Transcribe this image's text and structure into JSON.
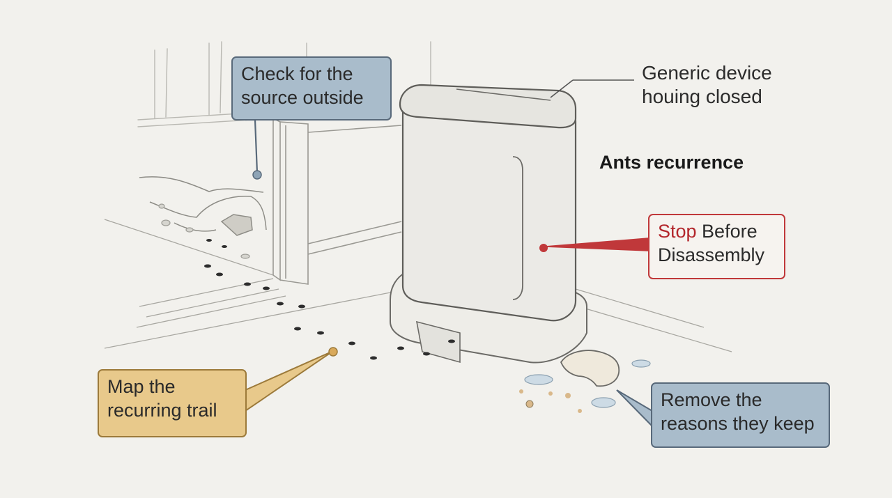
{
  "callouts": {
    "source": {
      "line1": "Check for the",
      "line2": "source outside"
    },
    "trail": {
      "line1": "Map the",
      "line2": "recurring trail"
    },
    "remove": {
      "line1": "Remove the",
      "line2": "reasons they keep"
    },
    "stop": {
      "stop_word": "Stop",
      "rest1": " Before",
      "line2": "Disassembly"
    }
  },
  "labels": {
    "device_line1": "Generic device",
    "device_line2": "houing closed",
    "title": "Ants recurrence"
  },
  "colors": {
    "blue_callout": "#a9bccb",
    "amber_callout": "#e8c98b",
    "stop_red": "#b3262b"
  }
}
